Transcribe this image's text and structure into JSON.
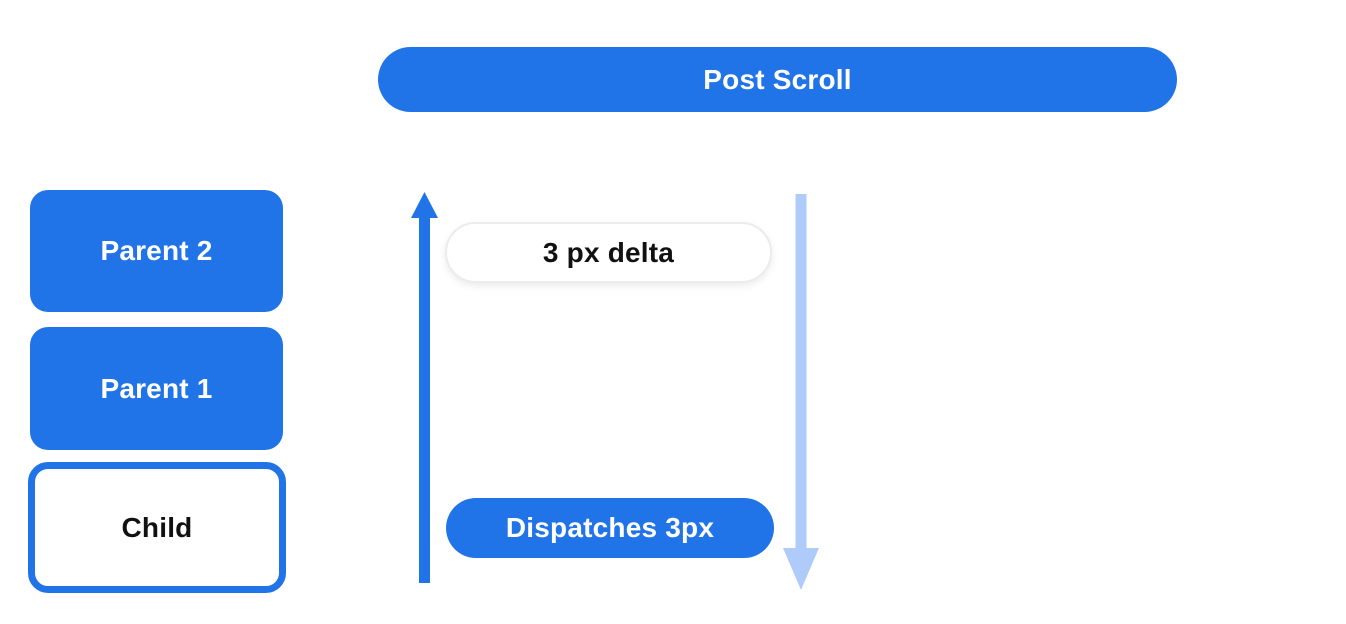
{
  "header": {
    "title": "Post Scroll"
  },
  "stack": {
    "items": [
      {
        "label": "Parent 2",
        "variant": "filled"
      },
      {
        "label": "Parent 1",
        "variant": "filled"
      },
      {
        "label": "Child",
        "variant": "outlined"
      }
    ]
  },
  "flow": {
    "delta_label": "3 px delta",
    "dispatch_label": "Dispatches 3px",
    "icons": {
      "up_arrow": "arrow-up",
      "down_arrow": "arrow-down"
    }
  },
  "colors": {
    "primary_blue": "#2174e8",
    "light_blue": "#aecbfa",
    "white": "#ffffff",
    "black_text": "#111111",
    "pill_border": "#ececec"
  }
}
